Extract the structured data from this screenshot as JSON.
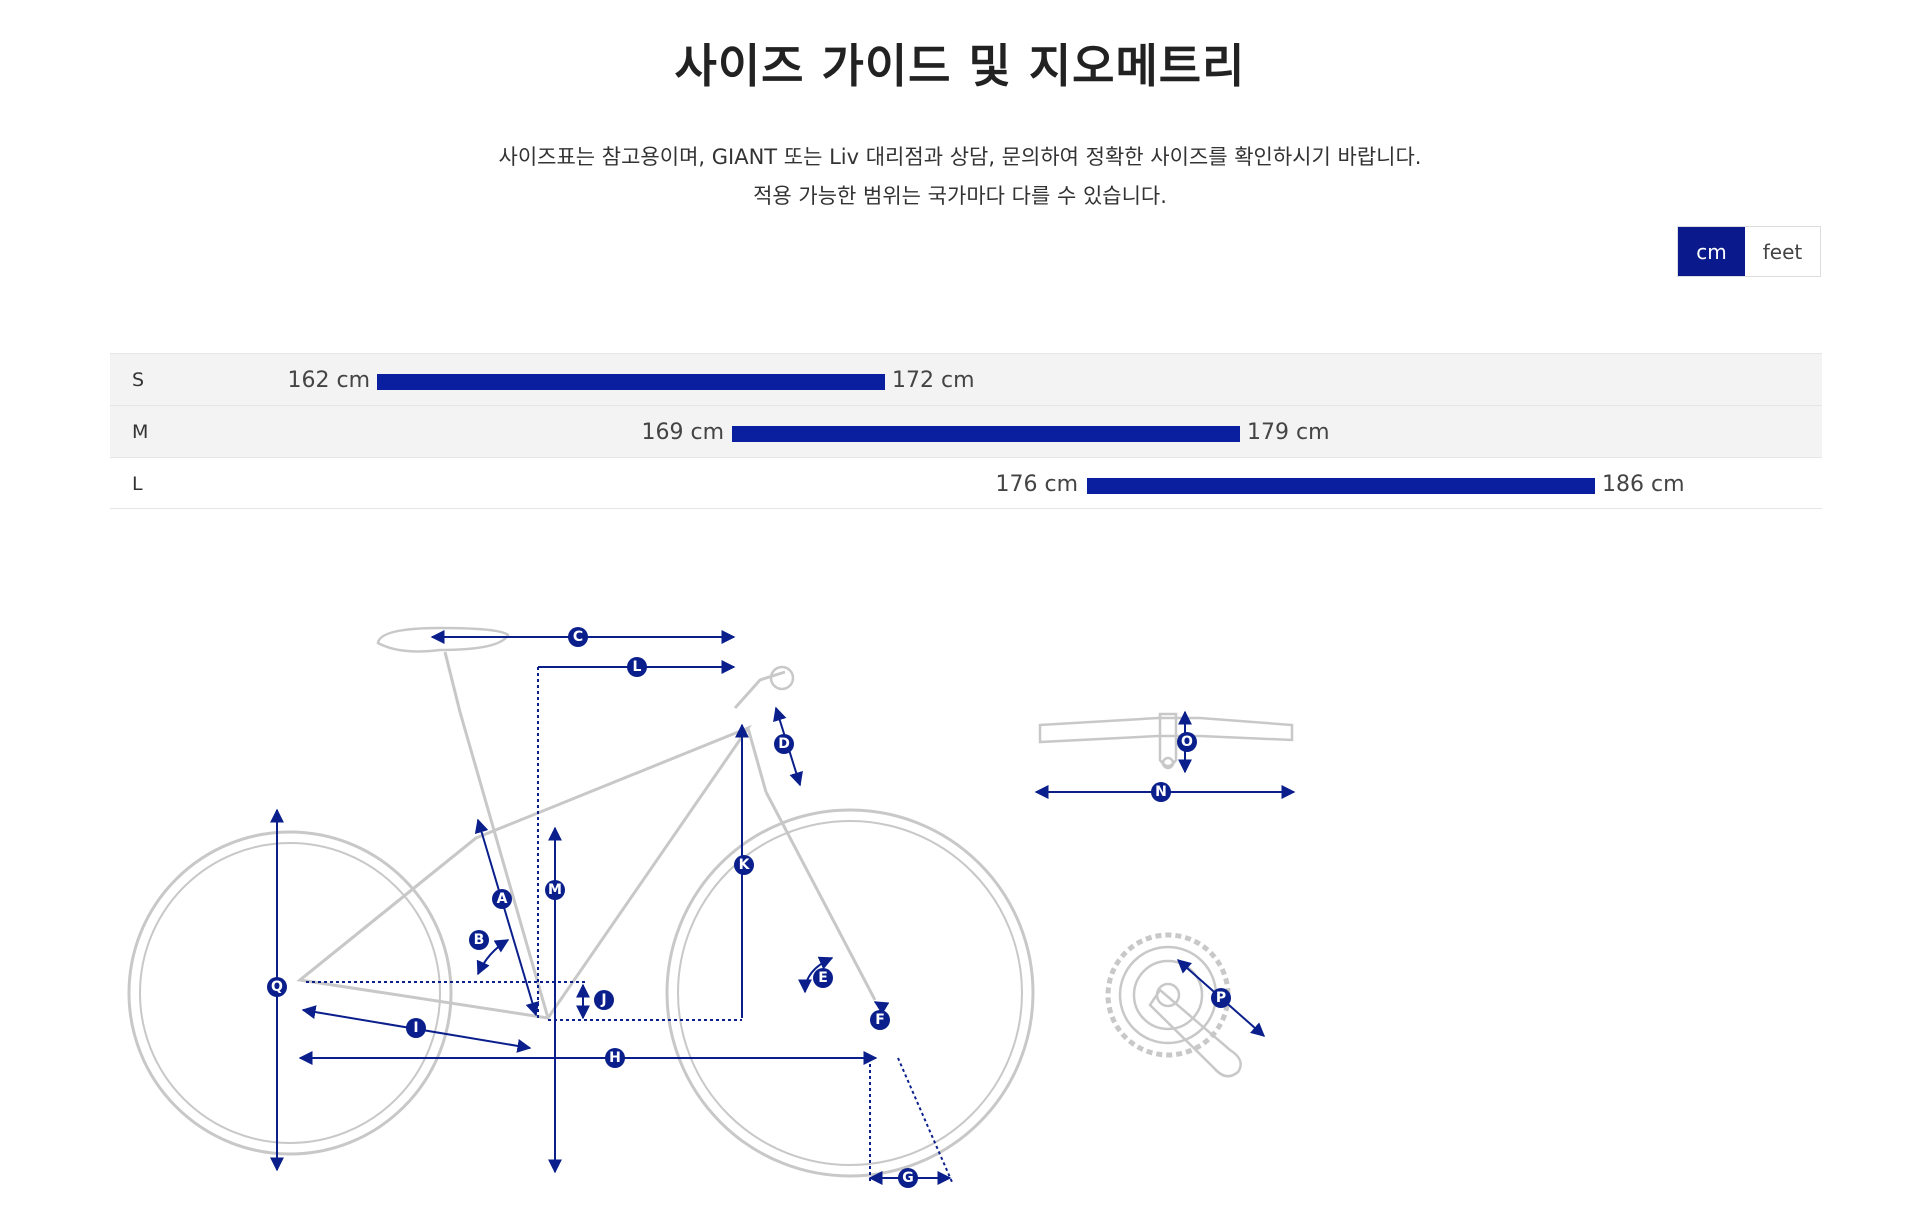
{
  "page": {
    "title": "사이즈 가이드 및 지오메트리",
    "description_line1": "사이즈표는 참고용이며, GIANT 또는 Liv 대리점과 상담, 문의하여 정확한 사이즈를 확인하시기 바랍니다.",
    "description_line2": "적용 가능한 범위는 국가마다 다를 수 있습니다."
  },
  "unit_toggle": {
    "cm": "cm",
    "feet": "feet",
    "selected": "cm"
  },
  "sizes": [
    {
      "size": "S",
      "min": "162 cm",
      "max": "172 cm",
      "min_value": 162,
      "max_value": 172
    },
    {
      "size": "M",
      "min": "169 cm",
      "max": "179 cm",
      "min_value": 169,
      "max_value": 179
    },
    {
      "size": "L",
      "min": "176 cm",
      "max": "186 cm",
      "min_value": 176,
      "max_value": 186
    }
  ],
  "geometry_labels": [
    "A",
    "B",
    "C",
    "D",
    "E",
    "F",
    "G",
    "H",
    "I",
    "J",
    "K",
    "L",
    "M",
    "N",
    "O",
    "P",
    "Q"
  ],
  "colors": {
    "accent": "#0a1fa0",
    "toggle_active": "#0a1a8c",
    "frame_line": "#c8c8c8"
  }
}
